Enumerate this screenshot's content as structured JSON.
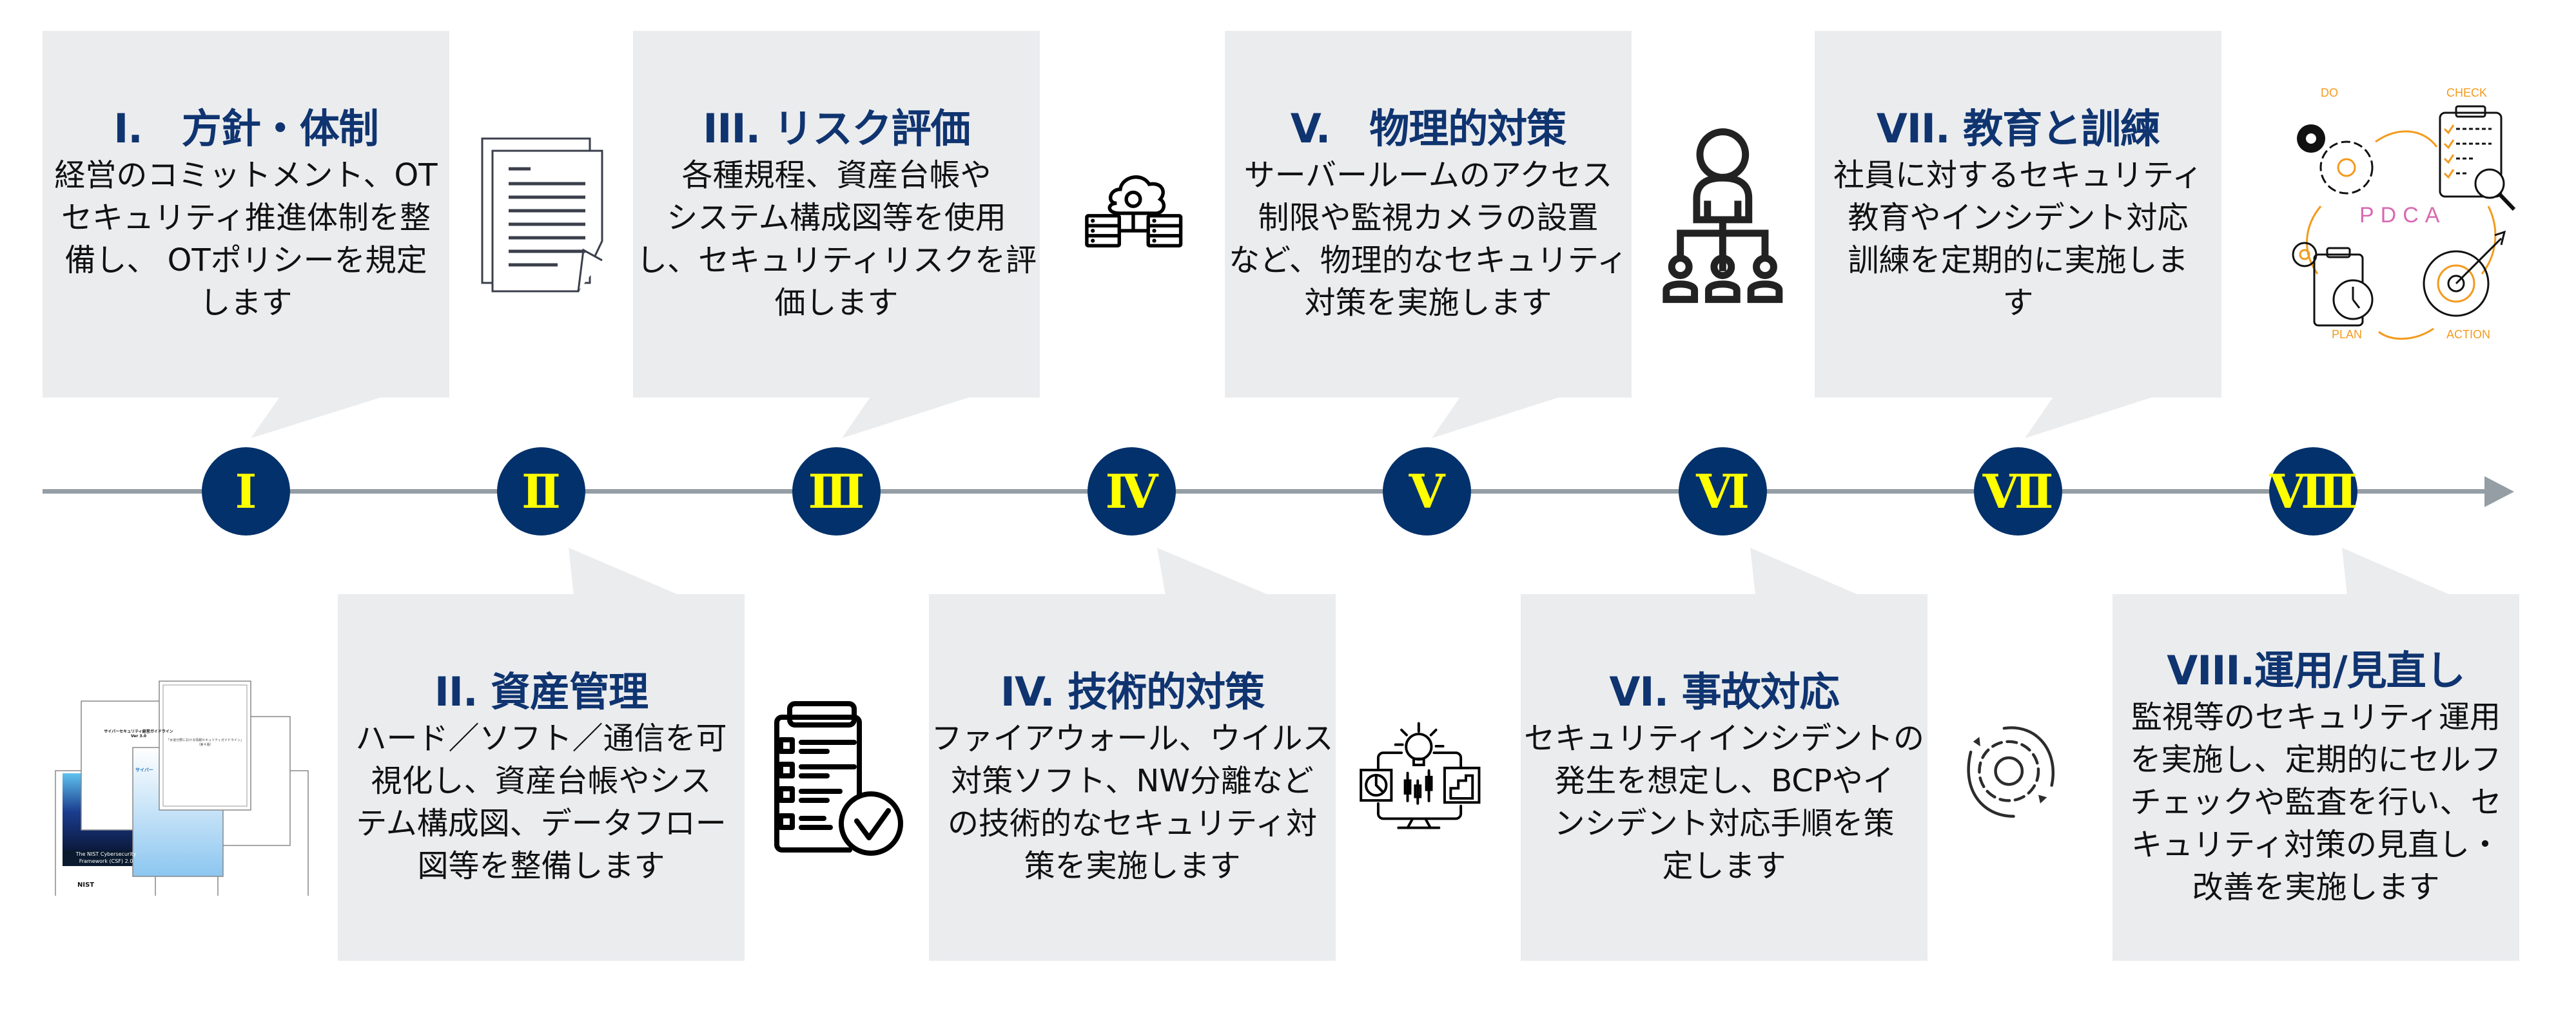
{
  "diagram": {
    "title_color": "#0F3470",
    "card_background": "#EBECEE",
    "marker_color": "#03316B",
    "marker_text_color": "#FFFF00",
    "timeline_color": "#949EA4"
  },
  "steps": [
    {
      "numeral": "Ⅰ",
      "title": "I.　方針・体制",
      "body": [
        "経営のコミットメント、OT",
        "セキュリティ推進体制を整",
        "備し、 OTポリシーを規定",
        "します"
      ],
      "position": "top",
      "icon": "document-icon"
    },
    {
      "numeral": "Ⅱ",
      "title": "II.  資産管理",
      "body": [
        "ハード／ソフト／通信を可",
        "視化し、資産台帳やシス",
        "テム構成図、データフロー",
        "図等を整備します"
      ],
      "position": "bottom",
      "icon": "guideline-documents-collage"
    },
    {
      "numeral": "Ⅲ",
      "title": "III. リスク評価",
      "body": [
        "各種規程、資産台帳や",
        "システム構成図等を使用",
        "し、セキュリティリスクを評",
        "価します"
      ],
      "position": "top",
      "icon": "checklist-icon"
    },
    {
      "numeral": "Ⅳ",
      "title": "IV.  技術的対策",
      "body": [
        "ファイアウォール、ウイルス",
        "対策ソフト、NW分離など",
        "の技術的なセキュリティ対",
        "策を実施します"
      ],
      "position": "bottom",
      "icon": "cloud-server-icon"
    },
    {
      "numeral": "Ⅴ",
      "title": "V.　物理的対策",
      "body": [
        "サーバールームのアクセス",
        "制限や監視カメラの設置",
        "など、物理的なセキュリティ",
        "対策を実施します"
      ],
      "position": "top",
      "icon": "monitor-analytics-icon"
    },
    {
      "numeral": "Ⅵ",
      "title": "VI.  事故対応",
      "body": [
        "セキュリティインシデントの",
        "発生を想定し、BCPやイ",
        "ンシデント対応手順を策",
        "定します"
      ],
      "position": "bottom",
      "icon": "org-chart-icon"
    },
    {
      "numeral": "Ⅶ",
      "title": "VII. 教育と訓練",
      "body": [
        "社員に対するセキュリティ",
        "教育やインシデント対応",
        "訓練を定期的に実施しま",
        "す"
      ],
      "position": "top",
      "icon": "gear-cycle-icon"
    },
    {
      "numeral": "Ⅷ",
      "title": "VIII.運用/見直し",
      "body": [
        "監視等のセキュリティ運用",
        "を実施し、定期的にセルフ",
        "チェックや監査を行い、セ",
        "キュリティ対策の見直し・",
        "改善を実施します"
      ],
      "position": "bottom",
      "icon": "pdca-cycle"
    }
  ],
  "pdca": {
    "center": "PDCA",
    "labels": {
      "do": "DO",
      "check": "CHECK",
      "plan": "PLAN",
      "action": "ACTION"
    }
  },
  "documents_collage": {
    "doc1_title": "サイバーセキュリティ経営ガイドライン",
    "doc1_version": "Ver 3.0",
    "doc2_title": "「水道分野における情報セキュリティガイドライン」",
    "doc2_edition": "（第４版）",
    "nist_title_line1": "The NIST Cybersecurity",
    "nist_title_line2": "Framework (CSF) 2.0",
    "nist_logo": "NIST",
    "doc3_title": "サイバー"
  }
}
